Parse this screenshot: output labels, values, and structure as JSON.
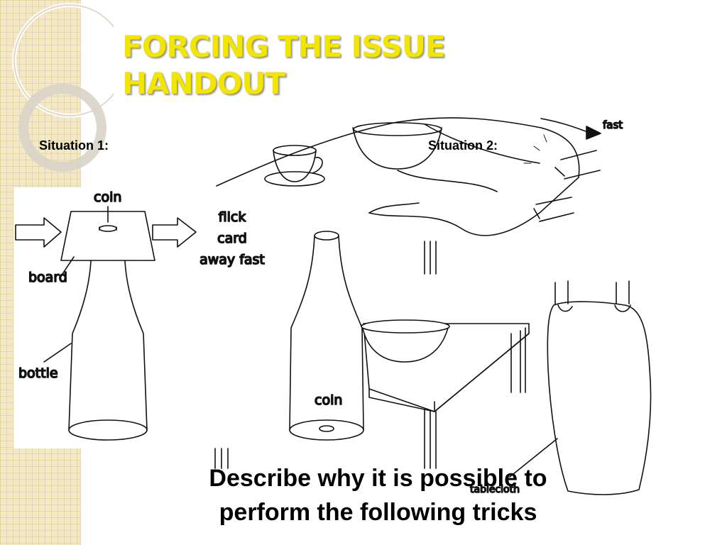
{
  "slide": {
    "title_line1": "FORCING THE ISSUE",
    "title_line2": "HANDOUT",
    "situation1_label": "Situation 1:",
    "situation2_label": "Situation 2:",
    "prompt_line1": "Describe why it is possible to",
    "prompt_line2": "perform the following tricks"
  },
  "figure1": {
    "coin_label": "coin",
    "board_label": "board",
    "bottle_label": "bottle",
    "flick_line1": "flick",
    "flick_line2": "card",
    "flick_line3": "away fast",
    "coin_bottom_label": "coin"
  },
  "figure2": {
    "fast_label": "fast",
    "tablecloth_label": "tablecloth"
  },
  "colors": {
    "title": "#f2e500",
    "strip": "#f3e9c8"
  }
}
